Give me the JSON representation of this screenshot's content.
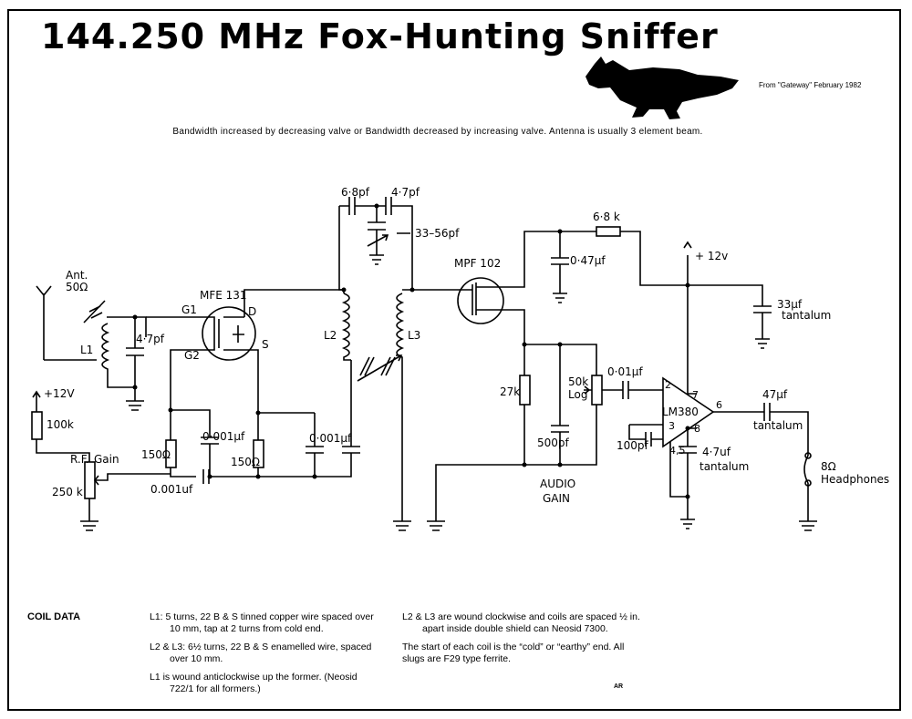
{
  "title": "144.250 MHz Fox-Hunting Sniffer",
  "source": "From \"Gateway\" February 1982",
  "note": "Bandwidth increased by decreasing valve or Bandwidth decreased by increasing valve. Antenna is usually 3 element beam.",
  "labels": {
    "ant": "Ant.",
    "ant_imp": "50Ω",
    "l1": "L1",
    "c_l1": "4·7pf",
    "g1": "G1",
    "g2": "G2",
    "mfe": "MFE 131",
    "d": "D",
    "s": "S",
    "c68": "6·8pf",
    "c47": "4·7pf",
    "trim": "33–56pf",
    "l2": "L2",
    "l3": "L3",
    "mpf": "MPF 102",
    "r68k": "6·8 k",
    "c047": "0·47µf",
    "v12_right": "+ 12v",
    "c33": "33µf",
    "tantalum1": "tantalum",
    "r27k": "27k",
    "pot50k": "50k",
    "log": "Log",
    "c001": "0·01µf",
    "c500": "500pf",
    "audio": "AUDIO",
    "gain": "GAIN",
    "c100": "100pf",
    "lm380": "LM380",
    "pin2": "2",
    "pin3": "3",
    "pin7": "7",
    "pin8": "8",
    "pin6": "6",
    "pin45": "4,5",
    "c47uf": "4·7uf",
    "tantalum2": "tantalum",
    "c47out": "47µf",
    "tantalum3": "tantalum",
    "hp_imp": "8Ω",
    "headphones": "Headphones",
    "v12_left": "+12V",
    "r100k": "100k",
    "rf": "R.F.",
    "rfgain": "Gain",
    "r250k": "250 k",
    "r150a": "150Ω",
    "r150b": "150Ω",
    "c0001a": "0·001µf",
    "c0001b": "0·001µf",
    "c0001c": "0.001uf"
  },
  "coil": {
    "title": "COIL DATA",
    "l1": "L1: 5 turns, 22 B & S tinned copper wire spaced over 10 mm, tap at 2 turns from cold end.",
    "l2l3": "L2 & L3: 6½ turns, 22 B & S enamelled wire, spaced over 10 mm.",
    "l1b": "L1 is wound anticlockwise up the former. (Neosid 722/1 for all formers.)",
    "wound": "L2 & L3 are wound clockwise and coils are spaced ½ in. apart inside double shield can Neosid 7300.",
    "start": "The start of each coil is the “cold” or “earthy” end. All slugs are F29 type ferrite.",
    "initials": "AR"
  }
}
